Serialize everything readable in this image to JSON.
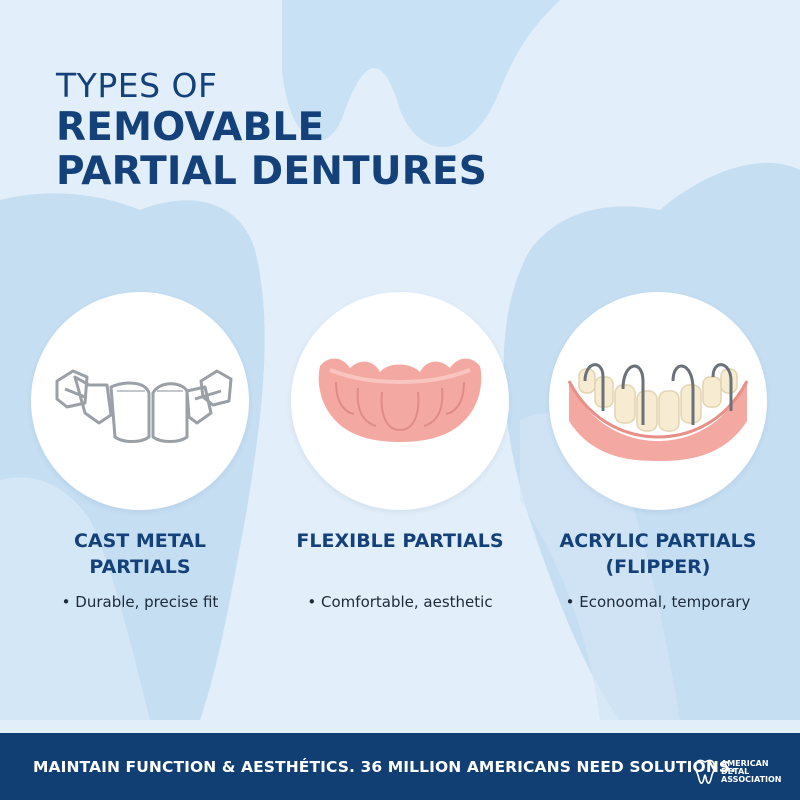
{
  "title": {
    "line1": "TYPES OF",
    "line2": "REMOVABLE",
    "line3": "PARTIAL DENTURES"
  },
  "cards": [
    {
      "title": "CAST METAL PARTIALS",
      "desc": "• Durable, precise fit",
      "icon": "metal-frame-icon"
    },
    {
      "title": "FLEXIBLE PARTIALS",
      "desc": "• Comfortable, aesthetic",
      "icon": "flexible-gum-icon"
    },
    {
      "title": "ACRYLIC PARTIALS (FLIPPER)",
      "desc": "• Econoomal, temporary",
      "icon": "acrylic-denture-icon"
    }
  ],
  "footer": {
    "text": "MAINTAIN FUNCTION & AESTHÉTICS. 36 MILLION AMERICANS NEED SOLUTIONS.",
    "logo_text": "AMERICAN DETAL ASSOCIATION"
  },
  "colors": {
    "navy": "#14417a",
    "footer_bg": "#113e73",
    "background": "#e2eef9",
    "tooth_shape": "#c5def2",
    "gum_pink": "#f3a8a2"
  }
}
